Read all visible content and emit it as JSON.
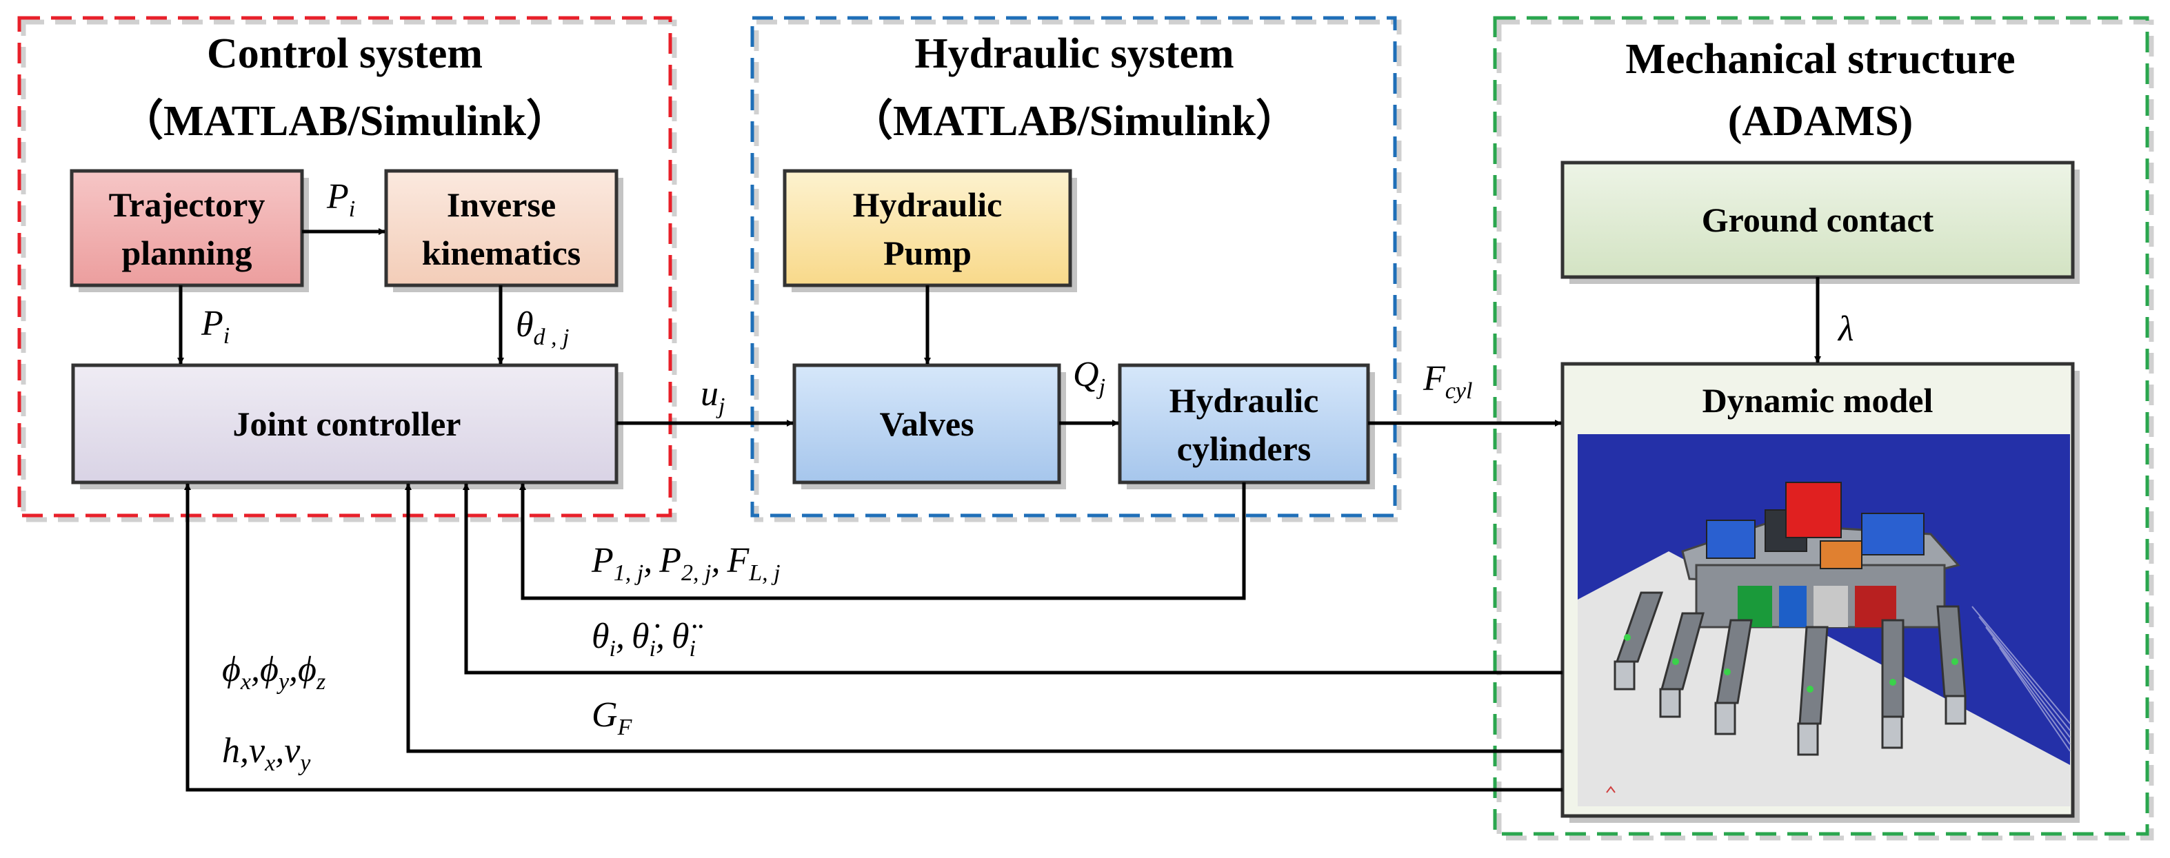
{
  "colors": {
    "control_border": "#e8202a",
    "hydraulic_border": "#1f6fb8",
    "mechanical_border": "#2aa64e",
    "trajectory_fill": "#f0b2b2",
    "inverse_fill": "#f8ddd0",
    "joint_fill": "#e6e2ee",
    "pump_fill": "#fbe7b0",
    "valve_fill": "#bcd6f3",
    "ground_fill": "#e2edd6",
    "dynamic_fill": "#f1f4ea",
    "sim_background": "#2430a8"
  },
  "groups": {
    "control": {
      "title": "Control system",
      "subtitle": "（MATLAB/Simulink）"
    },
    "hydraulic": {
      "title": "Hydraulic system",
      "subtitle": "（MATLAB/Simulink）"
    },
    "mechanical": {
      "title": "Mechanical structure",
      "subtitle": "(ADAMS)"
    }
  },
  "blocks": {
    "trajectory": [
      "Trajectory",
      "planning"
    ],
    "inverse": [
      "Inverse",
      "kinematics"
    ],
    "joint_controller": "Joint controller",
    "pump": [
      "Hydraulic",
      "Pump"
    ],
    "valves": "Valves",
    "cylinders": [
      "Hydraulic",
      "cylinders"
    ],
    "ground_contact": "Ground contact",
    "dynamic_model": "Dynamic model"
  },
  "signals": {
    "p_i_top": {
      "base": "P",
      "sub": "i"
    },
    "p_i_down": {
      "base": "P",
      "sub": "i"
    },
    "theta_dj": {
      "base": "θ",
      "sub": "d , j"
    },
    "u_j": {
      "base": "u",
      "sub": "j"
    },
    "q_j": {
      "base": "Q",
      "sub": "j"
    },
    "f_cyl": {
      "base": "F",
      "sub": "cyl"
    },
    "lambda": "λ",
    "pressures": {
      "p1": "P",
      "p1_sub": "1, j",
      "sep1": ",",
      "p2": "P",
      "p2_sub": "2, j",
      "sep2": ",",
      "fl": "F",
      "fl_sub": "L, j"
    },
    "theta_i": {
      "t1": "θ",
      "t1_sub": "i",
      "sep1": ",",
      "t2": "θ̇",
      "t2_sub": "i",
      "sep2": ",",
      "t3": "θ̈",
      "t3_sub": "i"
    },
    "g_f": {
      "base": "G",
      "sub": "F"
    },
    "phi": {
      "a": "ϕ",
      "a_sub": "x",
      "sep1": ",",
      "b": "ϕ",
      "b_sub": "y",
      "sep2": ",",
      "c": "ϕ",
      "c_sub": "z"
    },
    "hv": {
      "h": "h",
      "sep0": ",",
      "a": "v",
      "a_sub": "x",
      "sep1": ",",
      "b": "v",
      "b_sub": "y"
    }
  }
}
